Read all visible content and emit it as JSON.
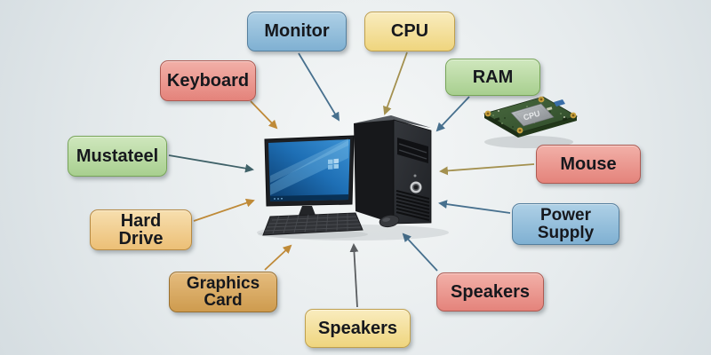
{
  "palette": {
    "background": "#e9eef0",
    "blue_box": "#8ebcda",
    "yellow_box": "#f4df97",
    "red_box": "#ea958d",
    "green_box": "#b9d9a3",
    "tan_box": "#f2cc90",
    "camel_box": "#d9a961",
    "arrow_slate": "#47708e",
    "arrow_olive": "#a3904e",
    "arrow_orange": "#bf8a38",
    "arrow_teal": "#3f6168",
    "arrow_gray": "#5a5d60"
  },
  "components": [
    {
      "id": "monitor",
      "label": "Monitor",
      "color": "blue"
    },
    {
      "id": "cpu",
      "label": "CPU",
      "color": "yellow"
    },
    {
      "id": "keyboard",
      "label": "Keyboard",
      "color": "red"
    },
    {
      "id": "ram",
      "label": "RAM",
      "color": "green"
    },
    {
      "id": "mustateel",
      "label": "Mustateel",
      "color": "green"
    },
    {
      "id": "mouse",
      "label": "Mouse",
      "color": "red"
    },
    {
      "id": "hard_drive",
      "label": "Hard Drive",
      "color": "tan"
    },
    {
      "id": "power_supply",
      "label": "Power Supply",
      "color": "blue"
    },
    {
      "id": "graphics_card",
      "label": "Graphics Card",
      "color": "camel"
    },
    {
      "id": "speakers_right",
      "label": "Speakers",
      "color": "red"
    },
    {
      "id": "speakers_bottom",
      "label": "Speakers",
      "color": "yellow"
    }
  ],
  "chip": {
    "label": "CPU"
  }
}
